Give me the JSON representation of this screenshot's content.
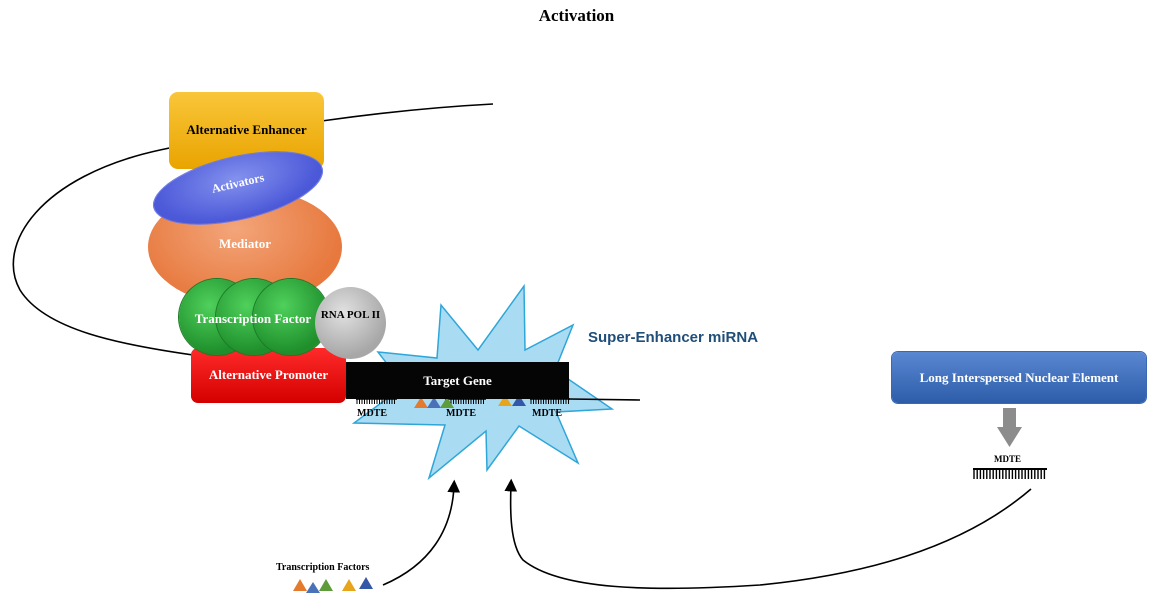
{
  "title": "Activation",
  "nodes": {
    "alternative_enhancer": "Alternative Enhancer",
    "activators": "Activators",
    "mediator": "Mediator",
    "transcription_factor": "Transcription Factor",
    "rna_pol": "RNA POL II",
    "alternative_promoter": "Alternative Promoter",
    "target_gene": "Target Gene",
    "super_enhancer_mirna": "Super-Enhancer miRNA",
    "line_element": "Long Interspersed Nuclear Element",
    "transcription_factors": "Transcription Factors"
  },
  "mdte_labels": [
    "MDTE",
    "MDTE",
    "MDTE",
    "MDTE"
  ],
  "colors": {
    "enhancer": "#f5b800",
    "activators": "#5a67dd",
    "mediator": "#ea8a54",
    "transcription_factor": "#2bae3b",
    "rna_pol": "#bdbdbd",
    "promoter": "#ee0000",
    "target_gene": "#050505",
    "super_enhancer": "#a9dcf3",
    "line_element": "#3f6fbe",
    "tf_orange": "#e47a2e",
    "tf_blue": "#4a72b8",
    "tf_green": "#5e9c3b",
    "tf_yellow": "#e6a51a",
    "tf_darkblue": "#3557a8"
  }
}
